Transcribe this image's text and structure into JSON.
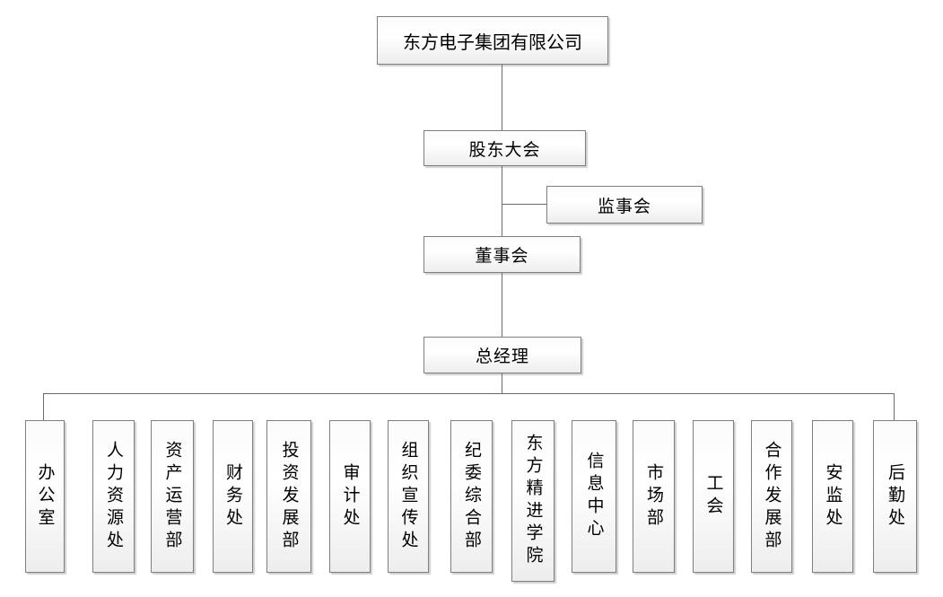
{
  "org_chart": {
    "company": {
      "label": "东方电子集团有限公司"
    },
    "shareholders_meeting": {
      "label": "股东大会"
    },
    "supervisory_board": {
      "label": "监事会"
    },
    "board_of_directors": {
      "label": "董事会"
    },
    "general_manager": {
      "label": "总经理"
    },
    "departments": [
      {
        "label": "办公室"
      },
      {
        "label": "人力资源处"
      },
      {
        "label": "资产运营部"
      },
      {
        "label": "财务处"
      },
      {
        "label": "投资发展部"
      },
      {
        "label": "审计处"
      },
      {
        "label": "组织宣传处"
      },
      {
        "label": "纪委综合部"
      },
      {
        "label": "东方精进学院"
      },
      {
        "label": "信息中心"
      },
      {
        "label": "市场部"
      },
      {
        "label": "工会"
      },
      {
        "label": "合作发展部"
      },
      {
        "label": "安监处"
      },
      {
        "label": "后勤处"
      }
    ]
  },
  "colors": {
    "box_border": "#7f7f7f",
    "box_fill_top": "#fbfbfb",
    "box_fill_bottom": "#ededed",
    "connector_line": "#6b6b6b",
    "text": "#000000",
    "background": "#ffffff"
  }
}
